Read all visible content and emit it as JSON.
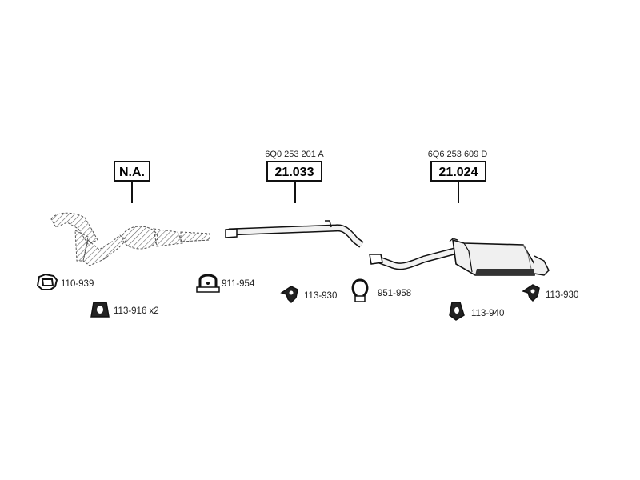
{
  "assemblies": [
    {
      "id": "front",
      "code": "N.A.",
      "oem": ""
    },
    {
      "id": "middle",
      "code": "21.033",
      "oem": "6Q0 253 201 A"
    },
    {
      "id": "rear",
      "code": "21.024",
      "oem": "6Q6 253 609 D"
    }
  ],
  "parts": [
    {
      "id": "p1",
      "number": "110-939",
      "icon": "gasket-icon"
    },
    {
      "id": "p2",
      "number": "113-916 x2",
      "icon": "rubber-mount-icon"
    },
    {
      "id": "p3",
      "number": "911-954",
      "icon": "clamp-icon"
    },
    {
      "id": "p4",
      "number": "113-930",
      "icon": "hanger-icon"
    },
    {
      "id": "p5",
      "number": "951-958",
      "icon": "clamp-ring-icon"
    },
    {
      "id": "p6",
      "number": "113-940",
      "icon": "rubber-mount-icon"
    },
    {
      "id": "p7",
      "number": "113-930",
      "icon": "hanger-icon"
    }
  ],
  "colors": {
    "ink": "#111111",
    "pipe": "#f2f2f2",
    "hatch": "#555555"
  }
}
